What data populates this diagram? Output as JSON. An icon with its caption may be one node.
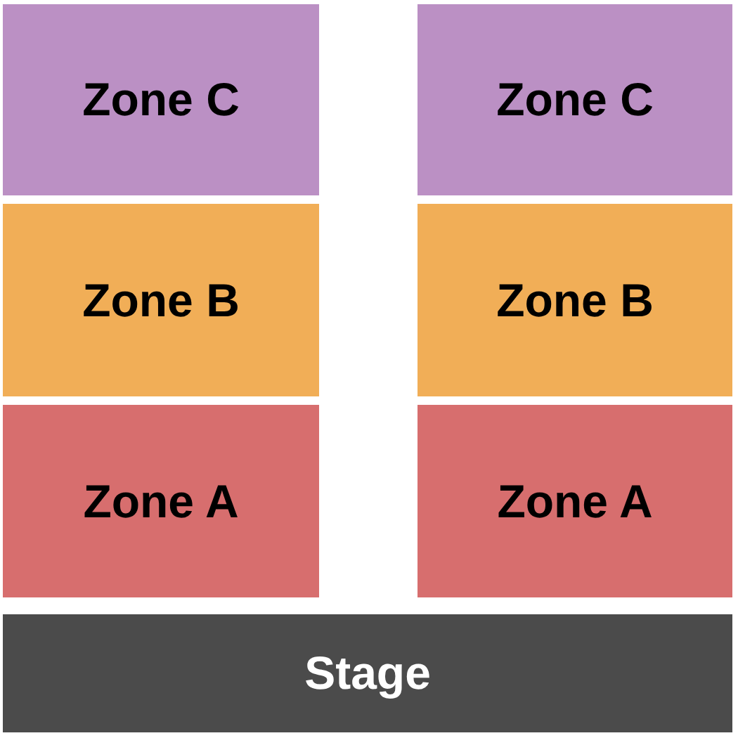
{
  "diagram": {
    "nodes": [
      {
        "text": [
          "Zone C"
        ]
      },
      {
        "text": [
          "Zone C"
        ]
      },
      {
        "text": [
          "Zone B"
        ]
      },
      {
        "text": [
          "Zone B"
        ]
      },
      {
        "text": [
          "Zone A"
        ]
      },
      {
        "text": [
          "Zone A"
        ]
      },
      {
        "text": [
          "Stage"
        ]
      }
    ],
    "edges": []
  }
}
